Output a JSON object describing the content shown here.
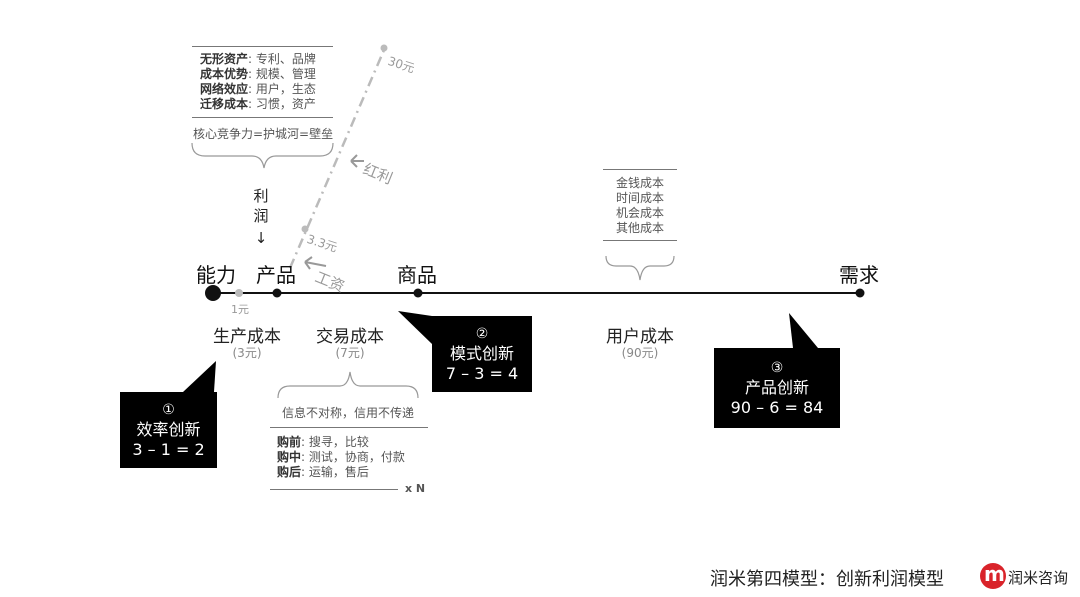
{
  "nodes": {
    "capability": "能力",
    "product": "产品",
    "goods": "商品",
    "demand": "需求"
  },
  "profit_vertical": [
    "利",
    "润"
  ],
  "profit_arrow": "↓",
  "costs": {
    "production": {
      "label": "生产成本",
      "value": "(3元)"
    },
    "transaction": {
      "label": "交易成本",
      "value": "(7元)"
    },
    "user": {
      "label": "用户成本",
      "value": "(90元)"
    }
  },
  "one_yuan": "1元",
  "moat": {
    "items": [
      {
        "bold": "无形资产",
        "rest": ": 专利、品牌"
      },
      {
        "bold": "成本优势",
        "rest": ": 规模、管理"
      },
      {
        "bold": "网络效应",
        "rest": ": 用户，生态"
      },
      {
        "bold": "迁移成本",
        "rest": ": 习惯，资产"
      }
    ],
    "summary": "核心竞争力=护城河=壁垒"
  },
  "dashed_line": {
    "top_value": "30元",
    "bottom_value": "3.3元",
    "dividend_label": "红利",
    "wage_label": "工资"
  },
  "user_cost_items": [
    "金钱成本",
    "时间成本",
    "机会成本",
    "其他成本"
  ],
  "transaction_detail": {
    "header": "信息不对称，信用不传递",
    "items": [
      {
        "bold": "购前",
        "rest": ": 搜寻，比较"
      },
      {
        "bold": "购中",
        "rest": ": 测试，协商，付款"
      },
      {
        "bold": "购后",
        "rest": ": 运输，售后"
      }
    ],
    "multiplier": "x N"
  },
  "callouts": [
    {
      "num": "①",
      "title": "效率创新",
      "formula": "3 – 1 = 2"
    },
    {
      "num": "②",
      "title": "模式创新",
      "formula": "7 – 3 = 4"
    },
    {
      "num": "③",
      "title": "产品创新",
      "formula": "90 – 6 = 84"
    }
  ],
  "footer": {
    "title": "润米第四模型：创新利润模型",
    "brand_name": "润米咨询",
    "brand_letter": "m"
  },
  "colors": {
    "main_line": "#111111",
    "dashed_line": "#bbbbbb",
    "callout_bg": "#000000",
    "brand_red": "#d9232a",
    "grey_text": "#888888"
  }
}
